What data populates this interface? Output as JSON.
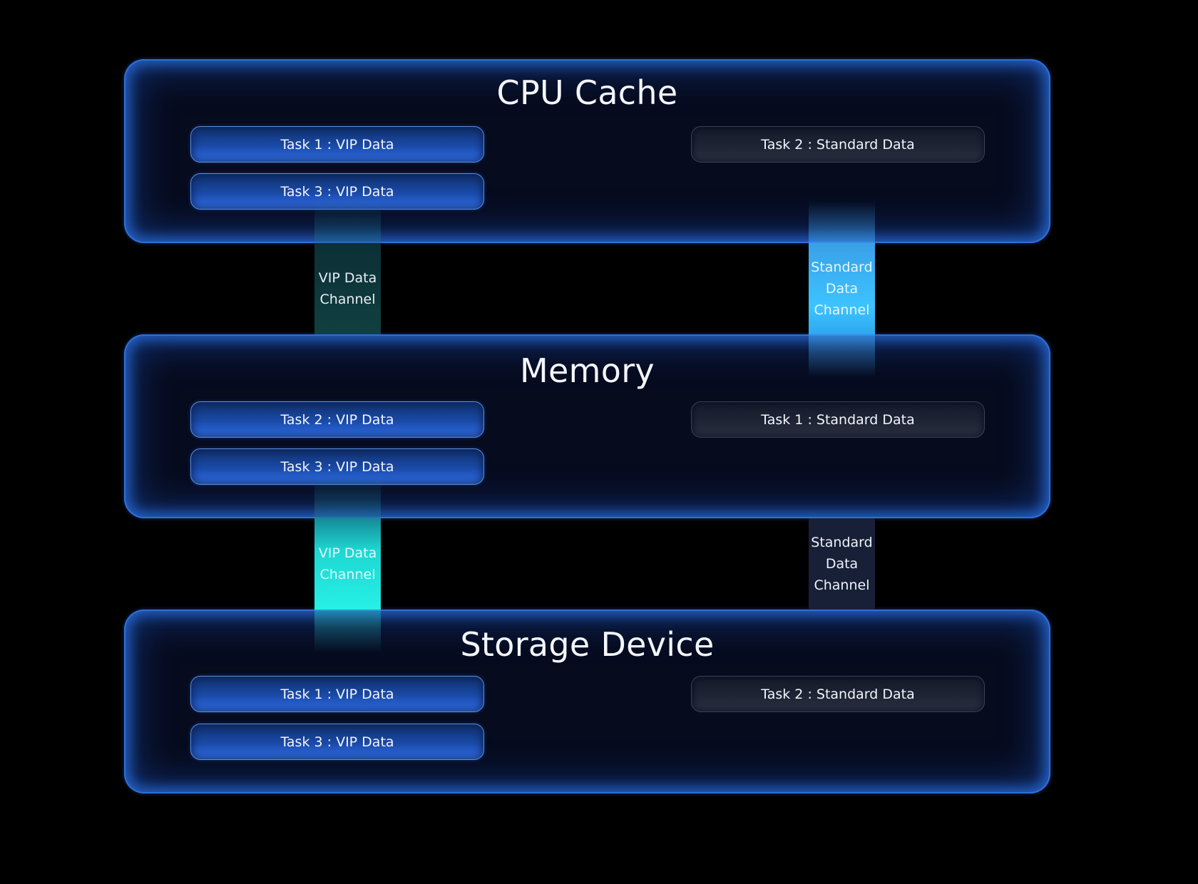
{
  "diagram": {
    "tiers": [
      {
        "title": "CPU Cache",
        "vip_tasks": [
          "Task 1 : VIP Data",
          "Task 3 : VIP Data"
        ],
        "standard_tasks": [
          "Task 2 : Standard Data"
        ]
      },
      {
        "title": "Memory",
        "vip_tasks": [
          "Task 2 : VIP Data",
          "Task 3 : VIP Data"
        ],
        "standard_tasks": [
          "Task 1 : Standard Data"
        ]
      },
      {
        "title": "Storage Device",
        "vip_tasks": [
          "Task 1 : VIP Data",
          "Task 3 : VIP Data"
        ],
        "standard_tasks": [
          "Task 2 : Standard Data"
        ]
      }
    ],
    "channels": [
      {
        "between": "CPU Cache-Memory",
        "type": "vip",
        "line1": "VIP Data",
        "line2": "Channel",
        "state": "idle",
        "color": "#0f3a3a"
      },
      {
        "between": "CPU Cache-Memory",
        "type": "standard",
        "line1": "Standard",
        "line2": "Data",
        "line3": "Channel",
        "state": "active",
        "color": "#38c8ff"
      },
      {
        "between": "Memory-Storage Device",
        "type": "vip",
        "line1": "VIP Data",
        "line2": "Channel",
        "state": "active",
        "color": "#22ece0"
      },
      {
        "between": "Memory-Storage Device",
        "type": "standard",
        "line1": "Standard",
        "line2": "Data",
        "line3": "Channel",
        "state": "idle",
        "color": "#1a2238"
      }
    ],
    "colors": {
      "background": "#000000",
      "tier_fill": "#060b1e",
      "tier_border": "#2f6fd6",
      "vip_pill": "#1a4aa8",
      "standard_pill": "#1e2434"
    }
  }
}
